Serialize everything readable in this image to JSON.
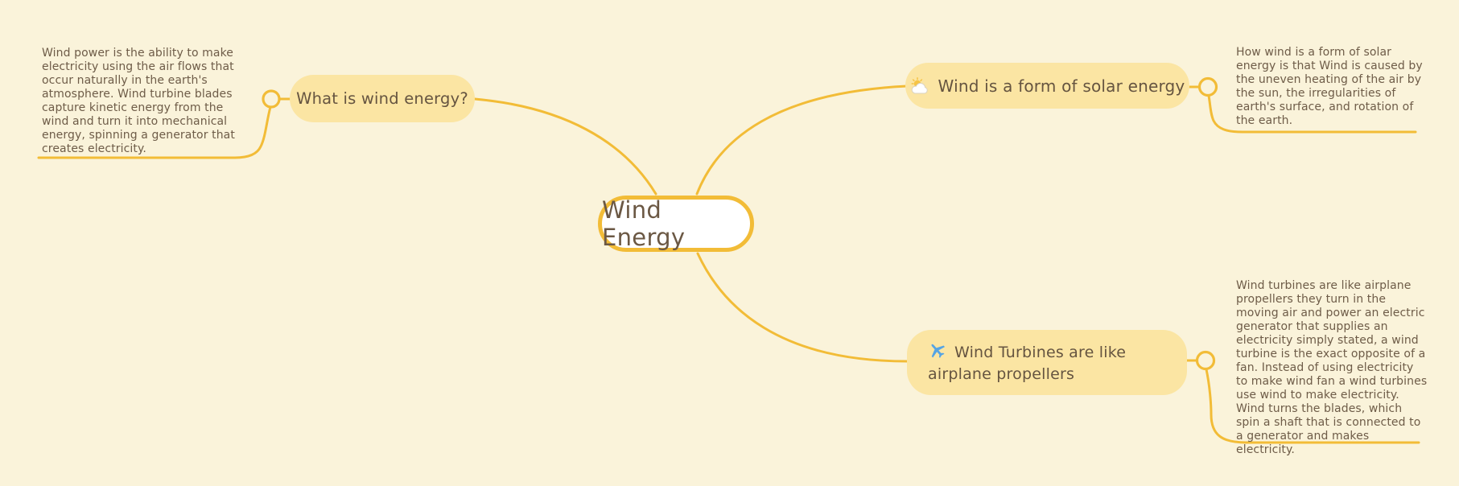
{
  "canvas": {
    "background_color": "#FAF3DA",
    "accent_color": "#F2BC37",
    "node_fill_color": "#FBE5A3",
    "root_fill_color": "#FFFFFF",
    "text_color": "#6E5C48"
  },
  "root": {
    "label": "Wind Energy"
  },
  "branches": [
    {
      "id": "what-is-wind-energy",
      "side": "left",
      "icon": null,
      "label": "What is wind energy?",
      "note": "Wind power is the ability to make electricity using the air flows that occur naturally in the earth's atmosphere. Wind turbine blades capture kinetic energy from the wind and turn it into mechanical energy, spinning a generator that creates electricity."
    },
    {
      "id": "wind-is-solar-energy",
      "side": "top-right",
      "icon": "sun-behind-cloud-icon",
      "label": "Wind is a form of solar energy",
      "note": "How wind is a form of solar energy is that Wind is caused by the uneven heating of the air by the sun, the irregularities of earth's surface, and rotation of the earth."
    },
    {
      "id": "turbines-like-propellers",
      "side": "bottom-right",
      "icon": "airplane-icon",
      "label": "Wind Turbines are like airplane propellers",
      "note": "Wind turbines are like airplane propellers they turn in the moving air and power an electric generator that supplies an electricity simply stated, a wind turbine is the exact opposite of a fan. Instead of using electricity to make wind fan a wind turbines use wind to make electricity. Wind turns the blades, which spin a shaft that is connected to a generator and makes electricity."
    }
  ]
}
